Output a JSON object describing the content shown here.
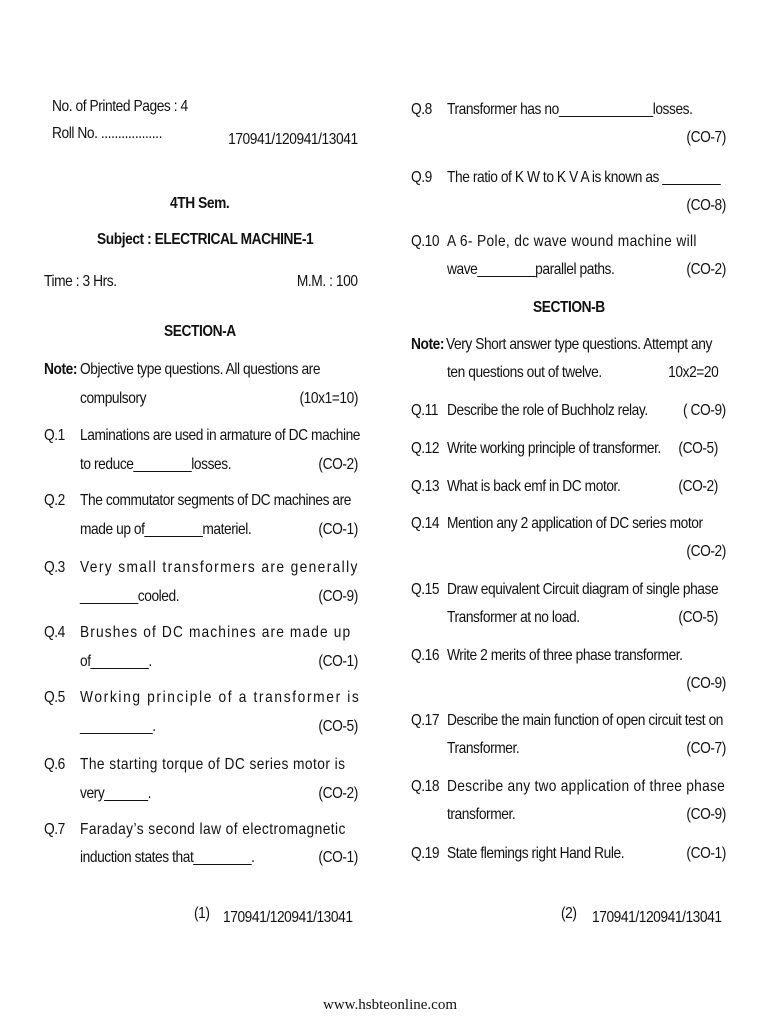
{
  "header": {
    "printed_pages": "No. of Printed Pages : 4",
    "roll_no": "Roll No. ..................",
    "paper_code": "170941/120941/13041"
  },
  "exam": {
    "semester": "4TH Sem.",
    "subject": "Subject : ELECTRICAL MACHINE-1",
    "time": "Time : 3 Hrs.",
    "marks": "M.M. : 100"
  },
  "section_a": {
    "title": "SECTION-A",
    "note_label": "Note:",
    "note_line1": "Objective type questions. All questions are",
    "note_line2": "compulsory",
    "note_marks": "(10x1=10)",
    "questions": [
      {
        "num": "Q.1",
        "line1": "Laminations are used in armature of DC machine",
        "line2": "to reduce________losses.",
        "co": "(CO-2)"
      },
      {
        "num": "Q.2",
        "line1": "The commutator segments of DC machines are",
        "line2": "made up of________materiel.",
        "co": "(CO-1)"
      },
      {
        "num": "Q.3",
        "line1": "Very small transformers are generally",
        "line2": "________cooled.",
        "co": "(CO-9)"
      },
      {
        "num": "Q.4",
        "line1": "Brushes of DC machines are made up",
        "line2": "of________.",
        "co": "(CO-1)"
      },
      {
        "num": "Q.5",
        "line1": "Working principle of a transformer is",
        "line2": "__________.",
        "co": "(CO-5)"
      },
      {
        "num": "Q.6",
        "line1": "The starting torque of DC series motor is",
        "line2": "very______.",
        "co": "(CO-2)"
      },
      {
        "num": "Q.7",
        "line1": "Faraday’s second law of electromagnetic",
        "line2": "induction states that________.",
        "co": "(CO-1)"
      }
    ]
  },
  "right_objective": [
    {
      "num": "Q.8",
      "line1": "Transformer   has   no_____________losses.",
      "co": "(CO-7)"
    },
    {
      "num": "Q.9",
      "line1": "The ratio of K W to K V A is  known as ________",
      "co": "(CO-8)"
    },
    {
      "num": "Q.10",
      "line1": "A 6- Pole, dc wave wound machine will",
      "line2": "wave________parallel paths.",
      "co": "(CO-2)"
    }
  ],
  "section_b": {
    "title": "SECTION-B",
    "note_label": "Note:",
    "note_line1": "Very Short answer type questions. Attempt any",
    "note_line2": "ten questions out of twelve.",
    "note_marks": "10x2=20",
    "questions": [
      {
        "num": "Q.11",
        "line1": "Describe the role of Buchholz relay.",
        "co": "( CO-9)"
      },
      {
        "num": "Q.12",
        "line1": "Write working principle of transformer.",
        "co": "(CO-5)"
      },
      {
        "num": "Q.13",
        "line1": "What is back emf in DC motor.",
        "co": "(CO-2)"
      },
      {
        "num": "Q.14",
        "line1": "Mention any 2 application of DC series motor",
        "co": "(CO-2)"
      },
      {
        "num": "Q.15",
        "line1": "Draw equivalent Circuit diagram of single phase",
        "line2": "Transformer at no load.",
        "co": "(CO-5)"
      },
      {
        "num": "Q.16",
        "line1": "Write 2 merits of three phase transformer.",
        "co": "(CO-9)"
      },
      {
        "num": "Q.17",
        "line1": "Describe the main function of open circuit test on",
        "line2": "Transformer.",
        "co": "(CO-7)"
      },
      {
        "num": "Q.18",
        "line1": "Describe any two application of three phase",
        "line2": "transformer.",
        "co": "(CO-9)"
      },
      {
        "num": "Q.19",
        "line1": "State flemings right Hand Rule.",
        "co": "(CO-1)"
      }
    ]
  },
  "footer": {
    "page1_num": "(1)",
    "page1_code": "170941/120941/13041",
    "page2_num": "(2)",
    "page2_code": "170941/120941/13041",
    "website": "www.hsbteonline.com"
  }
}
